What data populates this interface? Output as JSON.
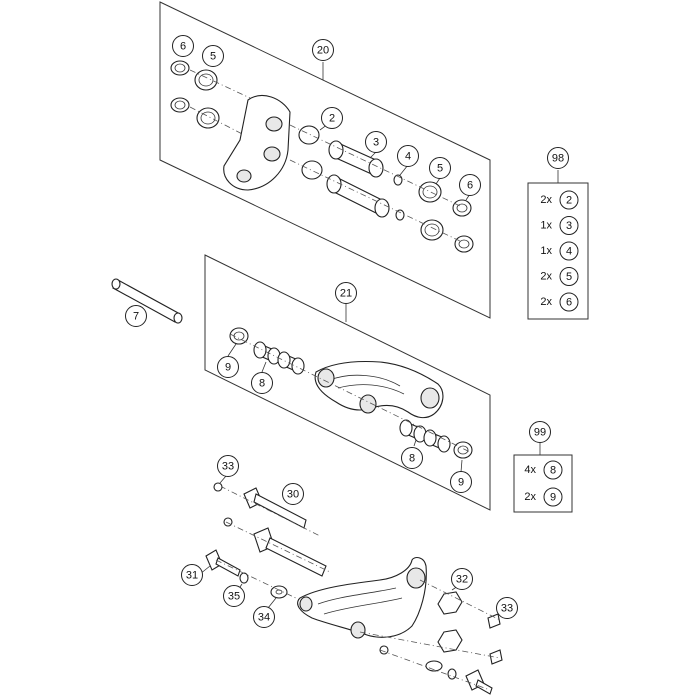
{
  "callouts": [
    {
      "id": "c6a",
      "label": "6"
    },
    {
      "id": "c5a",
      "label": "5"
    },
    {
      "id": "c20",
      "label": "20"
    },
    {
      "id": "c2",
      "label": "2"
    },
    {
      "id": "c3",
      "label": "3"
    },
    {
      "id": "c4",
      "label": "4"
    },
    {
      "id": "c5b",
      "label": "5"
    },
    {
      "id": "c6b",
      "label": "6"
    },
    {
      "id": "c98",
      "label": "98"
    },
    {
      "id": "c7",
      "label": "7"
    },
    {
      "id": "c21",
      "label": "21"
    },
    {
      "id": "c9a",
      "label": "9"
    },
    {
      "id": "c8a",
      "label": "8"
    },
    {
      "id": "c8b",
      "label": "8"
    },
    {
      "id": "c9b",
      "label": "9"
    },
    {
      "id": "c99",
      "label": "99"
    },
    {
      "id": "c33a",
      "label": "33"
    },
    {
      "id": "c30",
      "label": "30"
    },
    {
      "id": "c31",
      "label": "31"
    },
    {
      "id": "c35",
      "label": "35"
    },
    {
      "id": "c34",
      "label": "34"
    },
    {
      "id": "c32",
      "label": "32"
    },
    {
      "id": "c33b",
      "label": "33"
    }
  ],
  "kit98": {
    "label": "98",
    "rows": [
      {
        "qty": "2x",
        "part": "2"
      },
      {
        "qty": "1x",
        "part": "3"
      },
      {
        "qty": "1x",
        "part": "4"
      },
      {
        "qty": "2x",
        "part": "5"
      },
      {
        "qty": "2x",
        "part": "6"
      }
    ]
  },
  "kit99": {
    "label": "99",
    "rows": [
      {
        "qty": "4x",
        "part": "8"
      },
      {
        "qty": "2x",
        "part": "9"
      }
    ]
  }
}
